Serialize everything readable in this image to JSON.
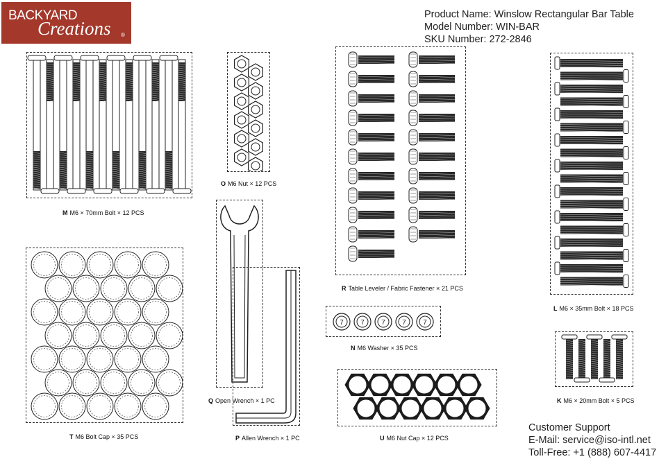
{
  "brand": {
    "line1": "BACKYARD",
    "line2": "Creations",
    "mark": "®"
  },
  "product": {
    "name": "Product Name: Winslow Rectangular Bar Table",
    "model": "Model Number: WIN-BAR",
    "sku": "SKU Number: 272-2846"
  },
  "parts": [
    {
      "letter": "M",
      "desc": "M6 × 70mm Bolt × 12 PCS"
    },
    {
      "letter": "O",
      "desc": "M6 Nut × 12 PCS"
    },
    {
      "letter": "R",
      "desc": "Table Leveler / Fabric Fastener × 21 PCS"
    },
    {
      "letter": "L",
      "desc": "M6 × 35mm Bolt × 18 PCS"
    },
    {
      "letter": "T",
      "desc": "M6 Bolt Cap × 35 PCS"
    },
    {
      "letter": "Q",
      "desc": "Open Wrench × 1 PC"
    },
    {
      "letter": "P",
      "desc": "Allen Wrench × 1 PC"
    },
    {
      "letter": "N",
      "desc": "M6 Washer × 35 PCS"
    },
    {
      "letter": "U",
      "desc": "M6 Nut Cap × 12 PCS"
    },
    {
      "letter": "K",
      "desc": "M6 × 20mm Bolt × 5 PCS"
    }
  ],
  "support": {
    "title": "Customer Support",
    "email": "E-Mail: service@iso-intl.net",
    "phone": "Toll-Free: +1 (888) 607-4417"
  },
  "washer_marking": "7"
}
